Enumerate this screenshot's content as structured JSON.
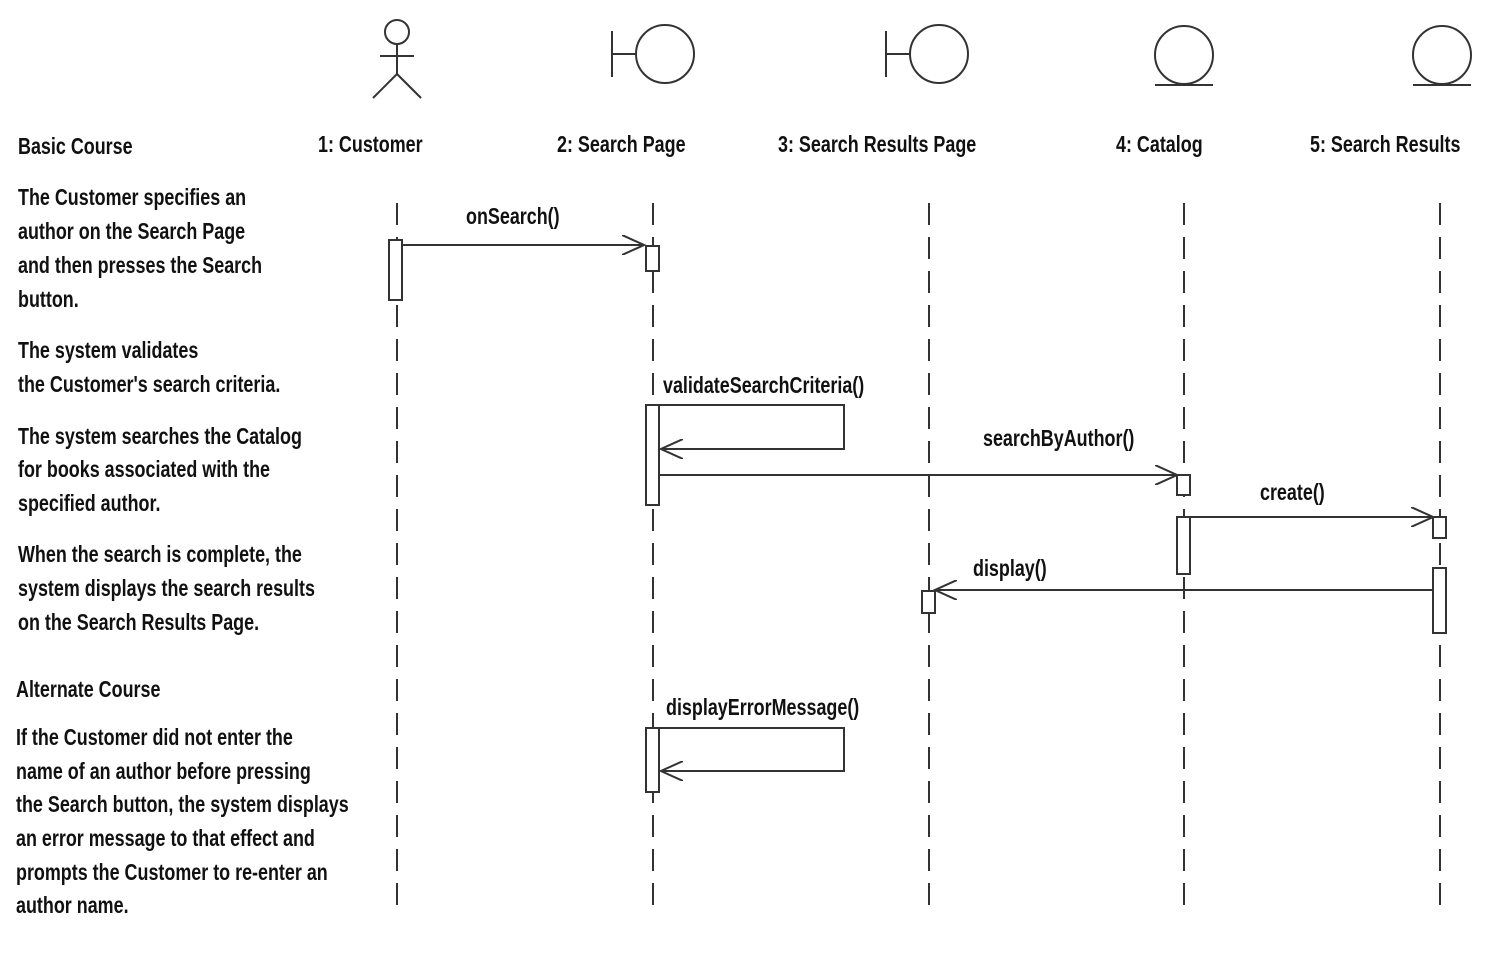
{
  "diagram": {
    "basic_course_heading": "Basic Course",
    "alternate_course_heading": "Alternate Course",
    "participants": [
      {
        "label": "1: Customer",
        "icon": "actor-icon"
      },
      {
        "label": "2: Search Page",
        "icon": "boundary-icon"
      },
      {
        "label": "3: Search Results Page",
        "icon": "boundary-icon"
      },
      {
        "label": "4: Catalog",
        "icon": "entity-icon"
      },
      {
        "label": "5: Search Results",
        "icon": "entity-icon"
      }
    ],
    "steps": [
      [
        "The Customer specifies an",
        "author on the Search Page",
        "and then presses the Search",
        "button."
      ],
      [
        "The system validates",
        "the Customer's search criteria."
      ],
      [
        "The system searches the Catalog",
        "for books associated with the",
        "specified author."
      ],
      [
        "When the search is complete, the",
        "system displays the search results",
        "on the  Search Results Page."
      ]
    ],
    "alternate_steps": [
      [
        "If the Customer did not enter the",
        "name of an author before pressing",
        "the Search button, the system displays",
        "an error message to that effect and",
        "prompts the Customer to re-enter an",
        "author name."
      ]
    ],
    "messages": [
      {
        "label": "onSearch()",
        "from": "1: Customer",
        "to": "2: Search Page"
      },
      {
        "label": "validateSearchCriteria()",
        "from": "2: Search Page",
        "to": "2: Search Page"
      },
      {
        "label": "searchByAuthor()",
        "from": "2: Search Page",
        "to": "4: Catalog"
      },
      {
        "label": "create()",
        "from": "4: Catalog",
        "to": "5: Search Results"
      },
      {
        "label": "display()",
        "from": "5: Search Results",
        "to": "3: Search Results Page"
      },
      {
        "label": "displayErrorMessage()",
        "from": "2: Search Page",
        "to": "2: Search Page"
      }
    ],
    "colors": {
      "ink": "#111111",
      "line": "#333333",
      "background": "#ffffff"
    }
  }
}
